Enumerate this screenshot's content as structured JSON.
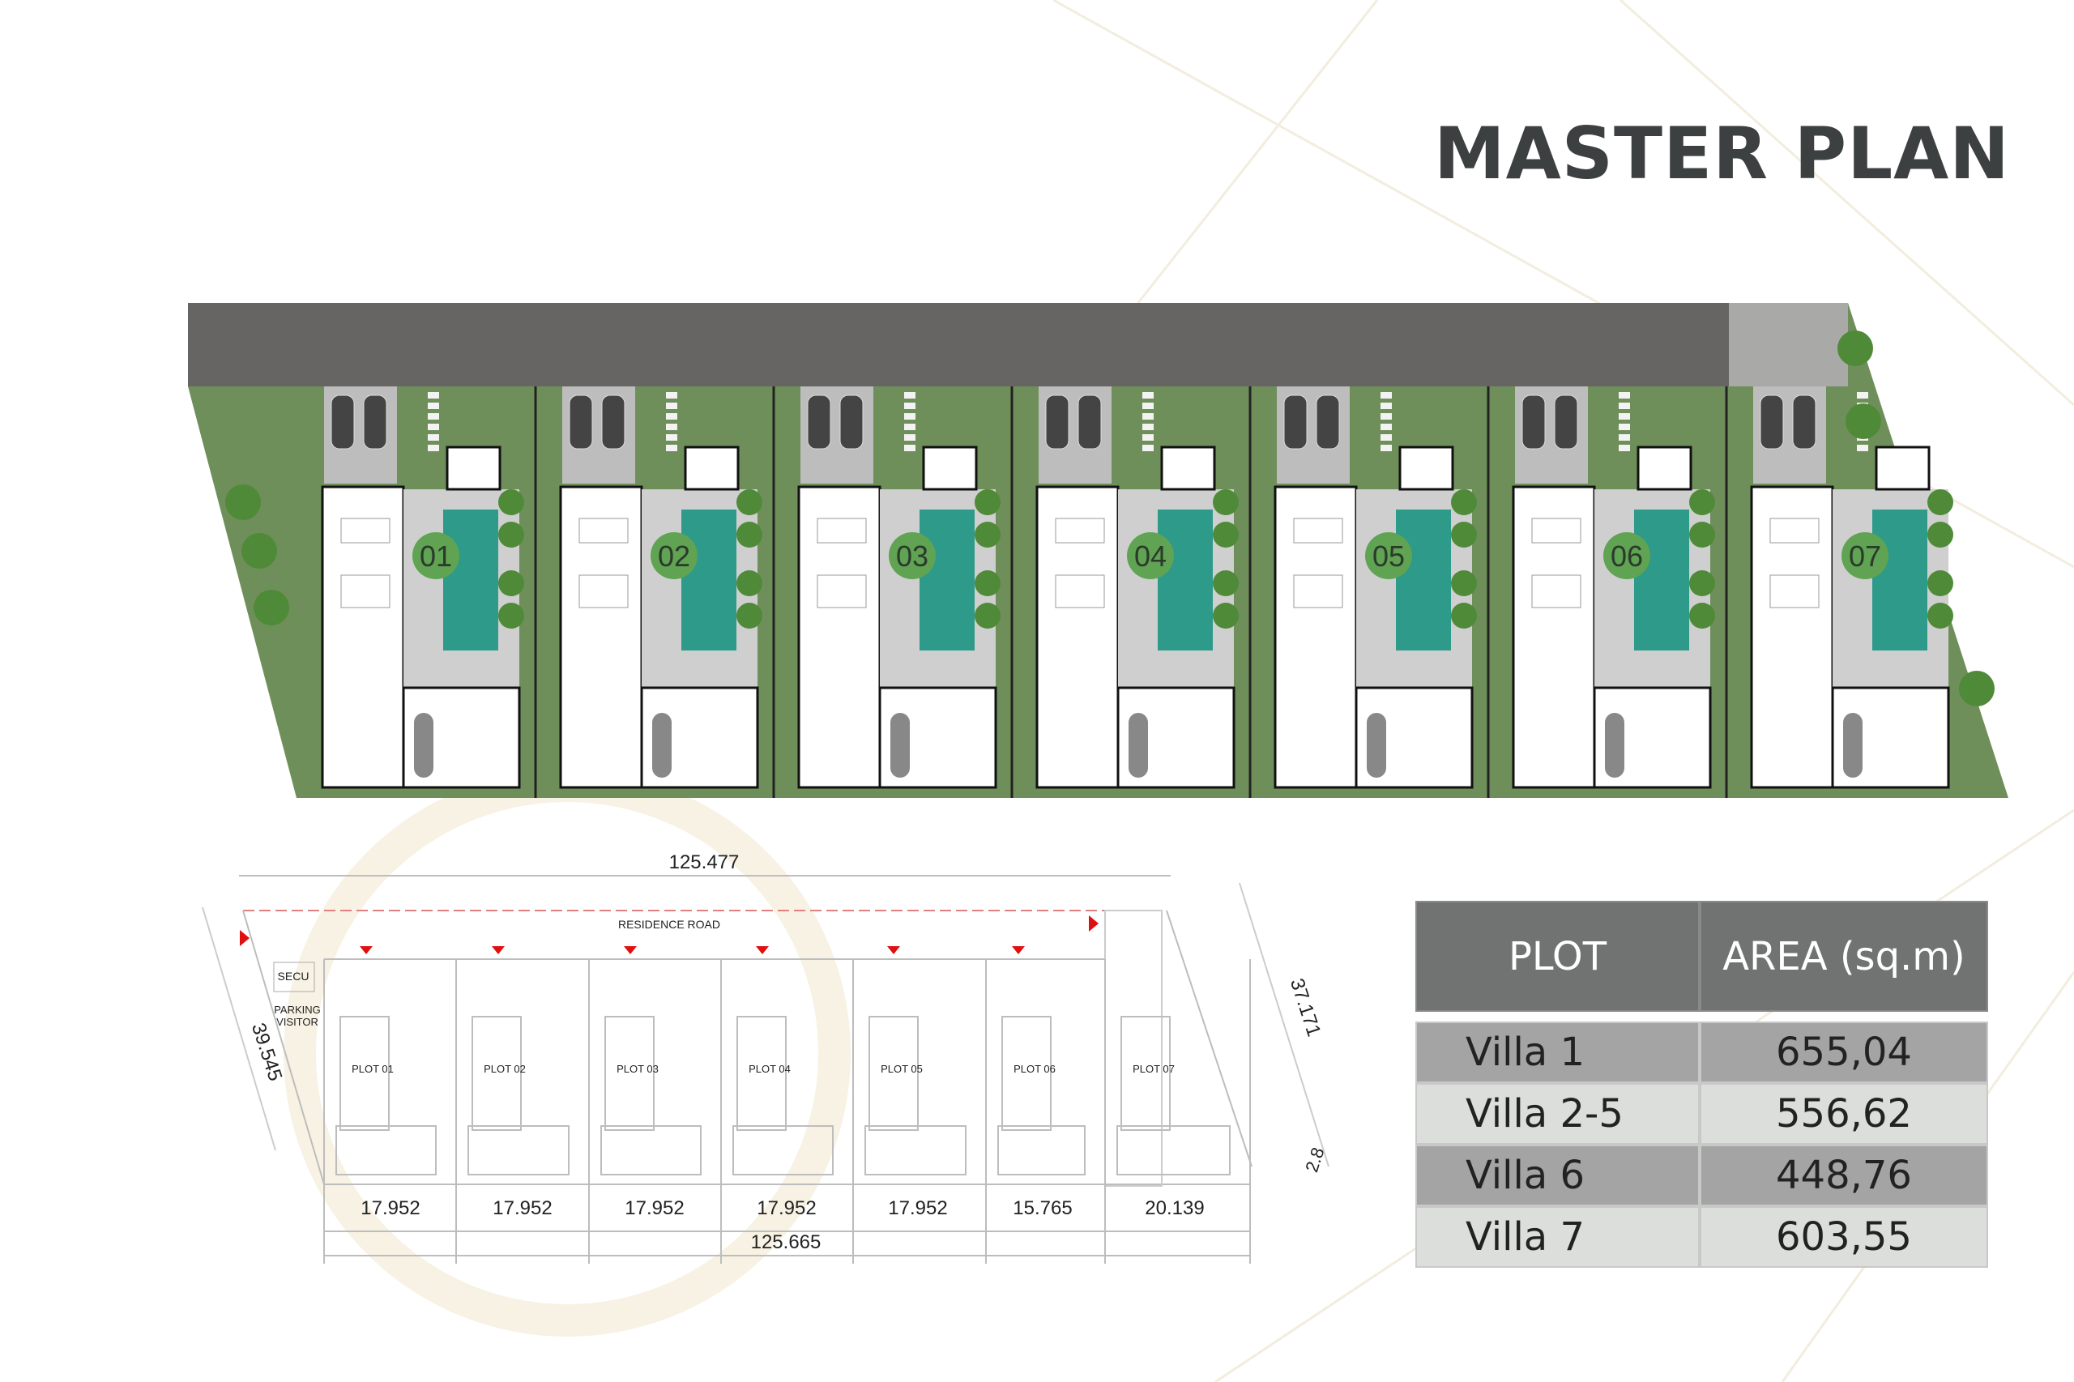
{
  "title": "MASTER PLAN",
  "site_plan": {
    "villa_numbers": [
      "01",
      "02",
      "03",
      "04",
      "05",
      "06",
      "07"
    ],
    "colors": {
      "road": "#666564",
      "grass": "#6f8f5a",
      "pool": "#2e9a8a",
      "courtyard": "#cfcfcf",
      "badge": "#5fa353"
    }
  },
  "drawing": {
    "top_dimension": "125.477",
    "road_label": "RESIDENCE ROAD",
    "security_label": "SECU",
    "parking_label_1": "PARKING",
    "parking_label_2": "VISITOR",
    "left_dimension": "39.545",
    "right_dimension": "37.171",
    "corner_dimension": "2.8",
    "plots": [
      "PLOT 01",
      "PLOT 02",
      "PLOT 03",
      "PLOT 04",
      "PLOT 05",
      "PLOT 06",
      "PLOT 07"
    ],
    "plot_widths": [
      "17.952",
      "17.952",
      "17.952",
      "17.952",
      "17.952",
      "15.765",
      "20.139"
    ],
    "bottom_dimension": "125.665"
  },
  "table": {
    "headers": [
      "PLOT",
      "AREA (sq.m)"
    ],
    "rows": [
      {
        "plot": "Villa 1",
        "area": "655,04"
      },
      {
        "plot": "Villa 2-5",
        "area": "556,62"
      },
      {
        "plot": "Villa 6",
        "area": "448,76"
      },
      {
        "plot": "Villa 7",
        "area": "603,55"
      }
    ]
  }
}
